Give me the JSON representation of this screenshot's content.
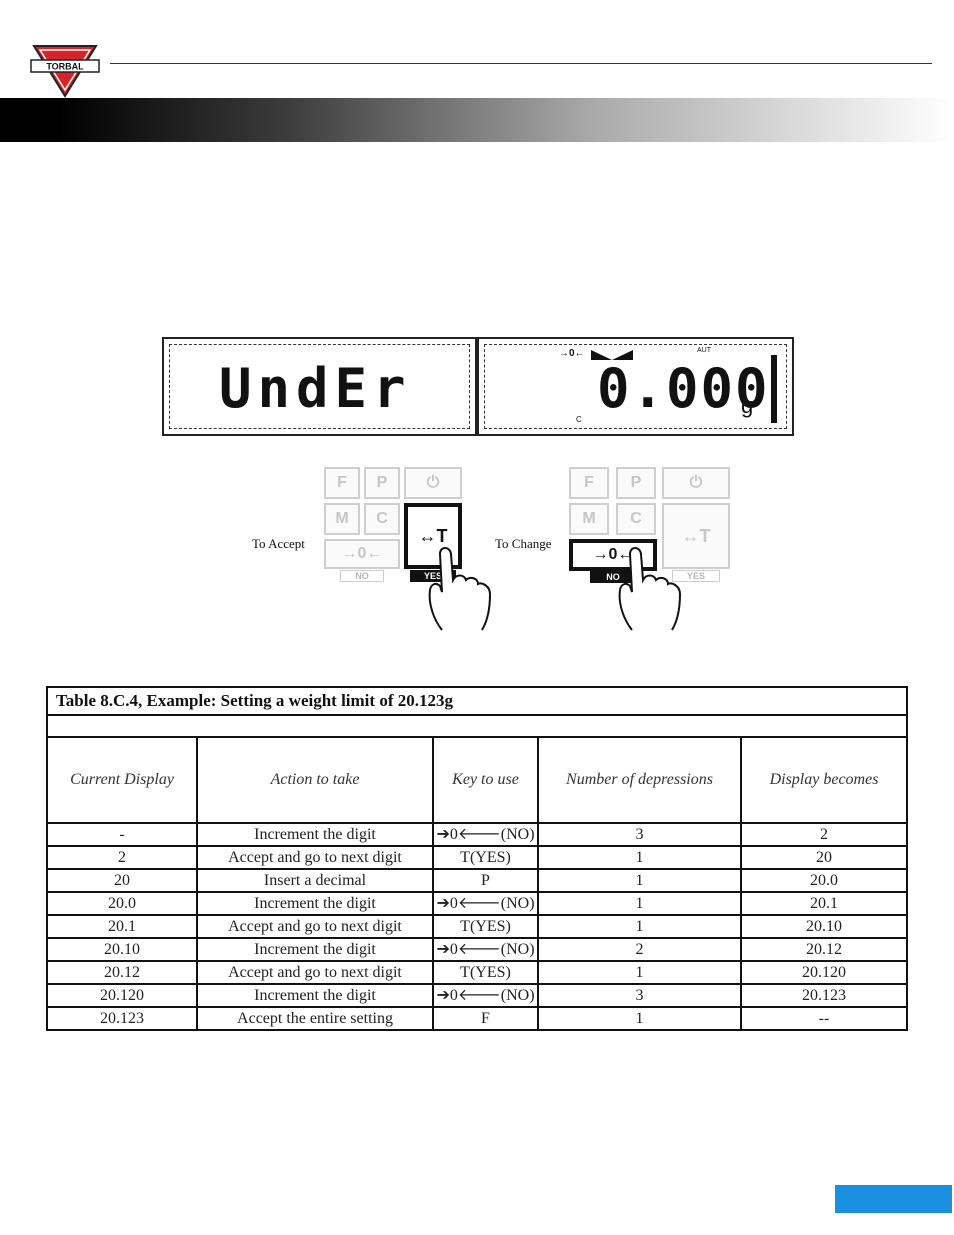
{
  "header": {
    "brand": "TORBAL",
    "brand_color": "#d8232a"
  },
  "figure": {
    "left_display": "UndEr",
    "right_display": {
      "value": "0.000",
      "unit": "g",
      "zero_indicator": "→0←",
      "auto_label": "AUT",
      "c_label": "C"
    },
    "accept_caption": "To Accept",
    "change_caption": "To Change",
    "keys": {
      "f": "F",
      "p": "P",
      "m": "M",
      "c": "C",
      "zero": "→0←",
      "tare": "↔T",
      "power": "⏻",
      "yes": "YES",
      "no": "NO"
    }
  },
  "table": {
    "title": "Table  8.C.4, Example: Setting a weight limit of 20.123g",
    "headers": [
      "Current Display",
      "Action to take",
      "Key to use",
      "Number of depressions",
      "Display becomes"
    ],
    "rows": [
      [
        "-",
        "Increment the digit",
        "➔0🡐(NO)",
        "3",
        "2"
      ],
      [
        "2",
        "Accept and go to next digit",
        "T(YES)",
        "1",
        "20"
      ],
      [
        "20",
        "Insert a decimal",
        "P",
        "1",
        "20.0"
      ],
      [
        "20.0",
        "Increment the digit",
        "➔0🡐(NO)",
        "1",
        "20.1"
      ],
      [
        "20.1",
        "Accept and go to next digit",
        "T(YES)",
        "1",
        "20.10"
      ],
      [
        "20.10",
        "Increment the digit",
        "➔0🡐(NO)",
        "2",
        "20.12"
      ],
      [
        "20.12",
        "Accept and go to next digit",
        "T(YES)",
        "1",
        "20.120"
      ],
      [
        "20.120",
        "Increment the digit",
        "➔0🡐(NO)",
        "3",
        "20.123"
      ],
      [
        "20.123",
        "Accept the entire setting",
        "F",
        "1",
        "--"
      ]
    ]
  },
  "page_badge_color": "#1a8fe0"
}
